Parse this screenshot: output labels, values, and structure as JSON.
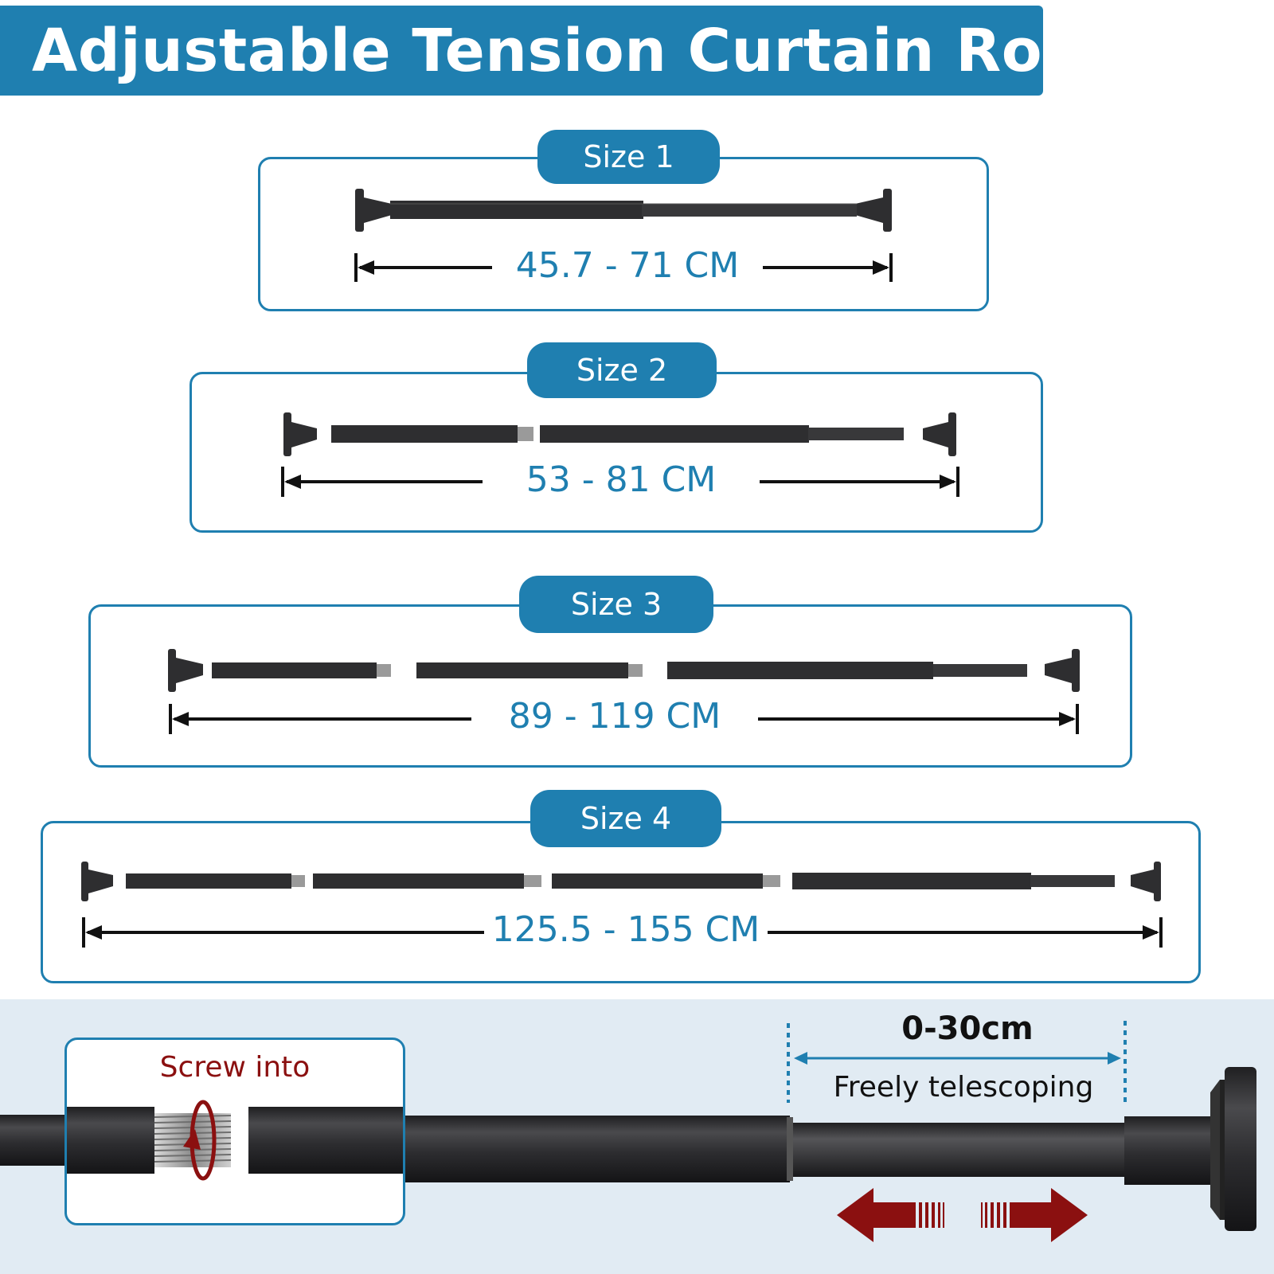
{
  "title": "Adjustable Tension Curtain Rod",
  "colors": {
    "brand_blue": "#1f7fb0",
    "rod_black": "#2e2e30",
    "arrow_red": "#8b1010",
    "panel_bg": "#e1ebf3"
  },
  "sizes": [
    {
      "label": "Size 1",
      "range": "45.7 - 71 CM"
    },
    {
      "label": "Size 2",
      "range": "53 - 81 CM"
    },
    {
      "label": "Size 3",
      "range": "89 - 119 CM"
    },
    {
      "label": "Size 4",
      "range": "125.5 - 155 CM"
    }
  ],
  "detail": {
    "screw_label": "Screw into",
    "telescope_range": "0-30cm",
    "telescope_label": "Freely telescoping"
  },
  "icons": [
    "rod-icon",
    "dimension-arrow-icon",
    "screw-thread-icon",
    "rotate-arrow-icon",
    "slide-arrow-icon"
  ]
}
